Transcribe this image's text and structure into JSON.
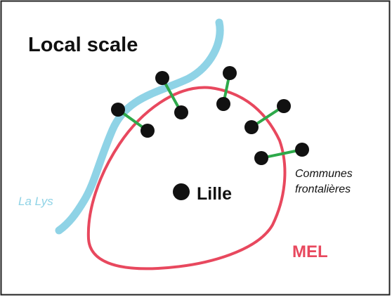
{
  "diagram": {
    "title": "Local scale",
    "river_label": "La Lys",
    "city_label": "Lille",
    "boundary_label": "MEL",
    "communes_label_line1": "Communes",
    "communes_label_line2": "frontalières"
  },
  "colors": {
    "river": "#8fd3e6",
    "boundary": "#e8485e",
    "link": "#2ea94a",
    "river_text": "#8fd3e6",
    "boundary_text": "#e8485e",
    "ink": "#111111"
  }
}
